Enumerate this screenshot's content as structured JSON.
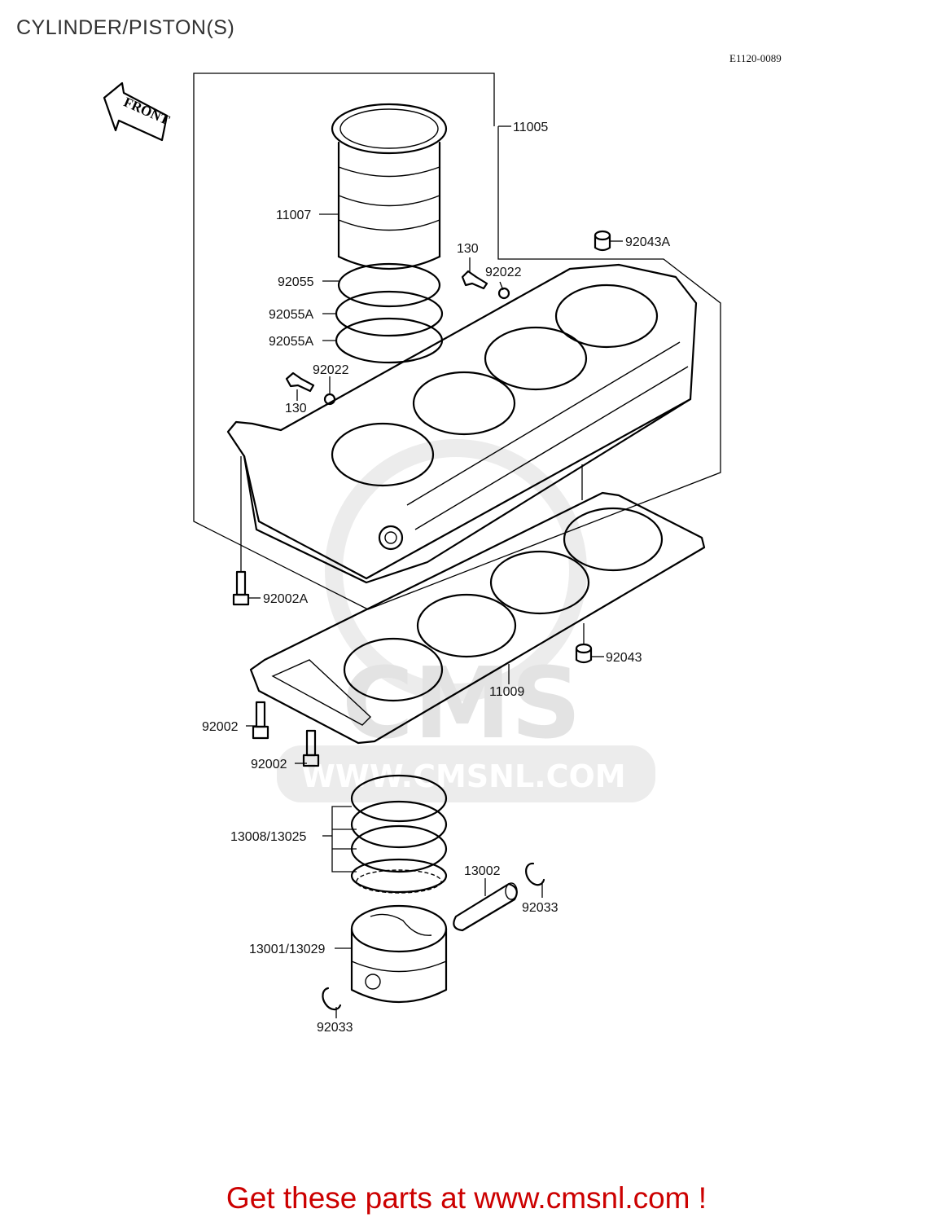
{
  "title": "CYLINDER/PISTON(S)",
  "diagram_code": "E1120-0089",
  "front_label": "FRONT",
  "watermark": {
    "brand": "CMS",
    "url": "WWW.CMSNL.COM"
  },
  "promo": "Get these parts at www.cmsnl.com !",
  "callouts": {
    "c11005": "11005",
    "c11007": "11007",
    "c130a": "130",
    "c92022a": "92022",
    "c92043a": "92043A",
    "c92055": "92055",
    "c92055a1": "92055A",
    "c92055a2": "92055A",
    "c92022b": "92022",
    "c130b": "130",
    "c92002a": "92002A",
    "c92043": "92043",
    "c11009": "11009",
    "c92002b": "92002",
    "c92002c": "92002",
    "c13008": "13008/13025",
    "c13002": "13002",
    "c92033a": "92033",
    "c13001": "13001/13029",
    "c92033b": "92033"
  }
}
